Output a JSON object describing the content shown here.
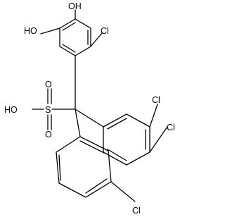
{
  "molecule": {
    "atoms": [
      {
        "id": "oh_top",
        "label": "OH"
      },
      {
        "id": "ho_left",
        "label": "HO"
      },
      {
        "id": "cl_ring1",
        "label": "Cl"
      },
      {
        "id": "cl_ring2_a",
        "label": "Cl"
      },
      {
        "id": "cl_ring2_b",
        "label": "Cl"
      },
      {
        "id": "ho_sulfo",
        "label": "HO"
      },
      {
        "id": "s",
        "label": "S"
      },
      {
        "id": "o_up",
        "label": "O"
      },
      {
        "id": "o_down",
        "label": "O"
      },
      {
        "id": "cl_ring3",
        "label": "Cl"
      }
    ]
  }
}
